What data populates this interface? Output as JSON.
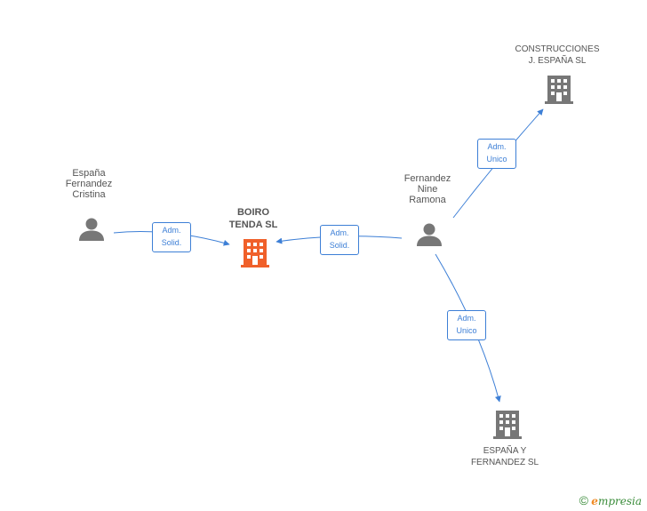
{
  "nodes": {
    "espana_fernandez_cristina": {
      "label": "España\nFernandez\nCristina",
      "type": "person"
    },
    "boiro_tenda": {
      "label": "BOIRO\nTENDA SL",
      "type": "company-focus",
      "color": "#f0602a"
    },
    "fernandez_nine_ramona": {
      "label": "Fernandez\nNine\nRamona",
      "type": "person"
    },
    "construcciones": {
      "label": "CONSTRUCCIONES\nJ. ESPAÑA SL",
      "type": "company"
    },
    "espana_y_fernandez": {
      "label": "ESPAÑA Y\nFERNANDEZ SL",
      "type": "company"
    }
  },
  "edges": [
    {
      "from": "espana_fernandez_cristina",
      "to": "boiro_tenda",
      "label": "Adm.\nSolid."
    },
    {
      "from": "fernandez_nine_ramona",
      "to": "boiro_tenda",
      "label": "Adm.\nSolid."
    },
    {
      "from": "fernandez_nine_ramona",
      "to": "construcciones",
      "label": "Adm.\nUnico"
    },
    {
      "from": "fernandez_nine_ramona",
      "to": "espana_y_fernandez",
      "label": "Adm.\nUnico"
    }
  ],
  "colors": {
    "edge": "#3d7fd6",
    "person_icon": "#777777",
    "company_icon": "#777777",
    "focus_icon": "#f0602a"
  },
  "footer": {
    "copyright": "©",
    "brand_first": "e",
    "brand_rest": "mpresia"
  }
}
